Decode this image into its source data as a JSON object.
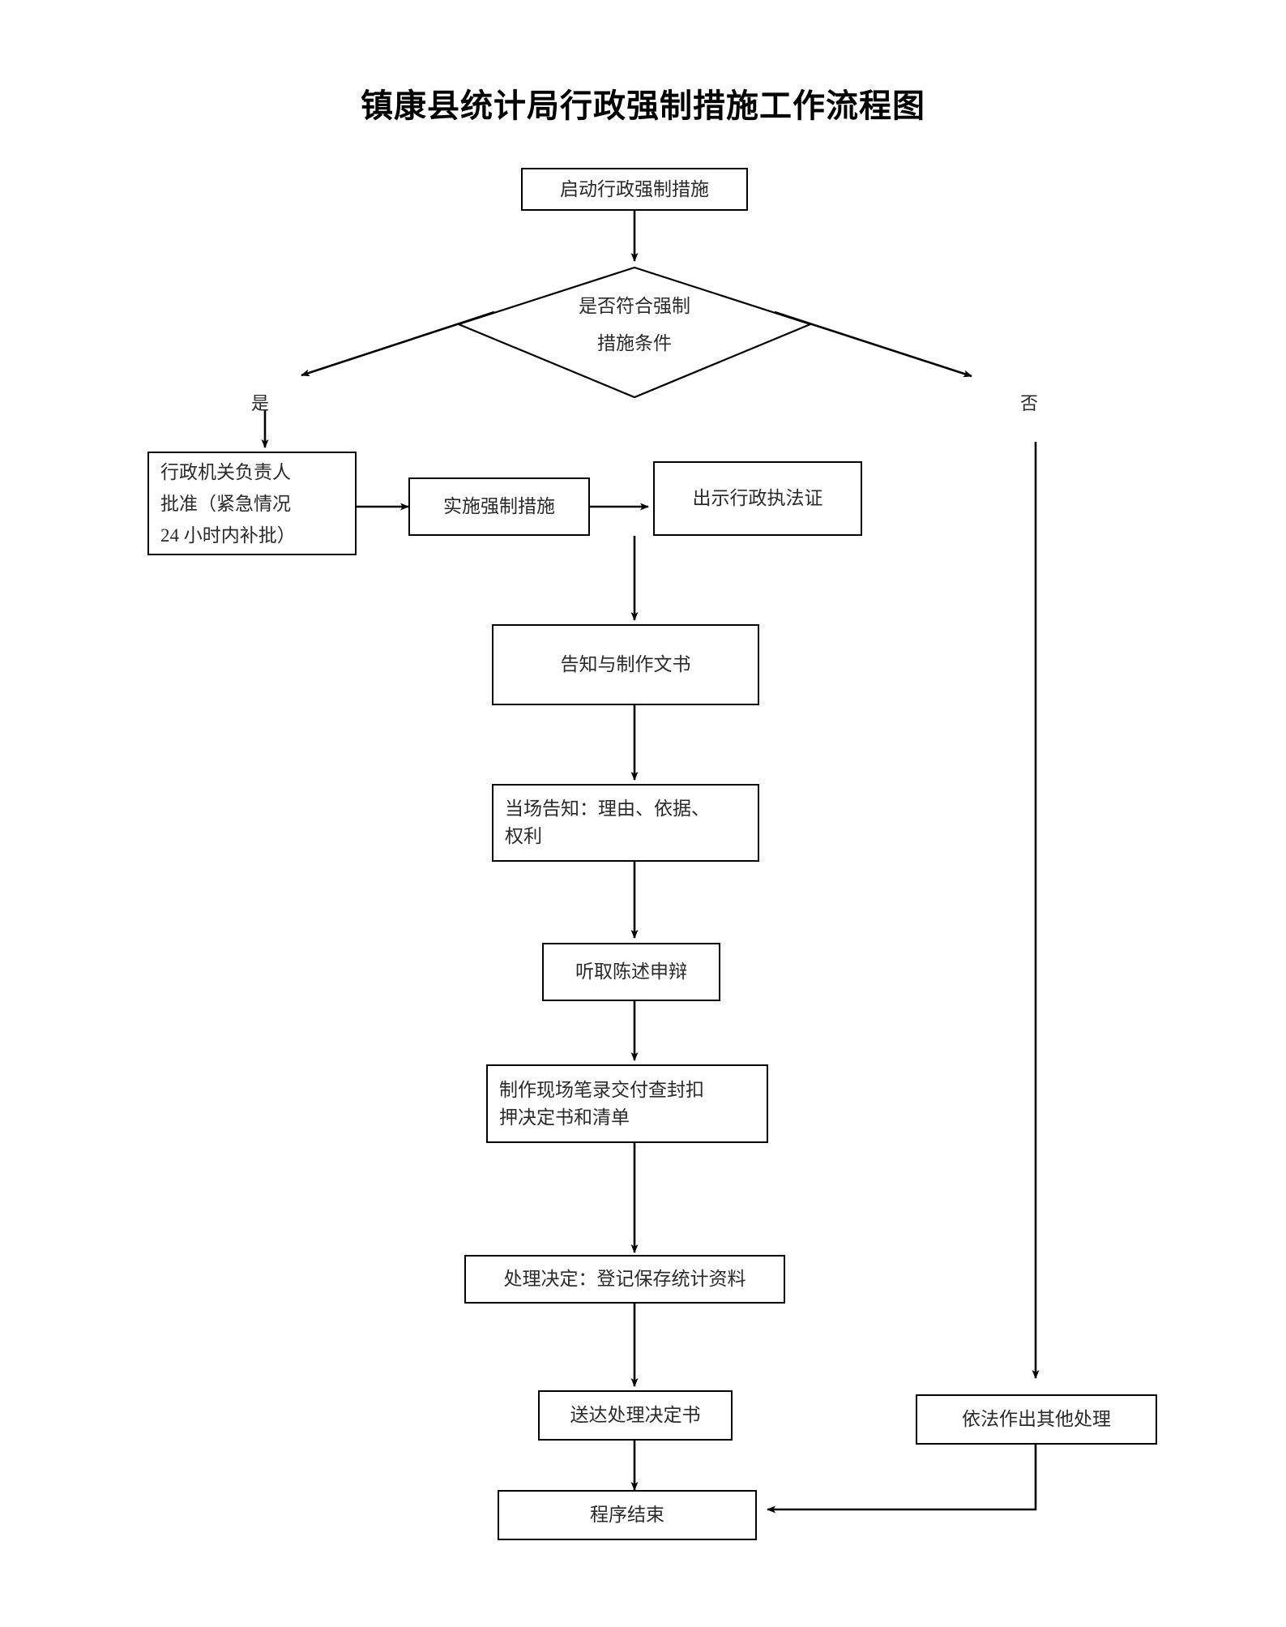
{
  "document": {
    "title": "镇康县统计局行政强制措施工作流程图"
  },
  "chart_data": {
    "type": "diagram",
    "diagram_kind": "flowchart",
    "title": "镇康县统计局行政强制措施工作流程图",
    "orientation": "top-to-bottom",
    "colors": {
      "stroke": "#000000",
      "fill": "#ffffff",
      "text": "#2a2a2a",
      "title_text": "#000000"
    },
    "nodes": [
      {
        "id": "start",
        "shape": "rect",
        "label": "启动行政强制措施"
      },
      {
        "id": "decision",
        "shape": "diamond",
        "label": "是否符合强制\n措施条件"
      },
      {
        "id": "approve",
        "shape": "rect",
        "label": "行政机关负责人\n批准（紧急情况\n24 小时内补批）"
      },
      {
        "id": "enforce",
        "shape": "rect",
        "label": "实施强制措施"
      },
      {
        "id": "show_id",
        "shape": "rect",
        "label": "出示行政执法证"
      },
      {
        "id": "inform_doc",
        "shape": "rect",
        "label": "告知与制作文书"
      },
      {
        "id": "onsite_tell",
        "shape": "rect",
        "label": "当场告知：理由、依据、\n权利"
      },
      {
        "id": "hear_plea",
        "shape": "rect",
        "label": "听取陈述申辩"
      },
      {
        "id": "record",
        "shape": "rect",
        "label": "制作现场笔录交付查封扣\n押决定书和清单"
      },
      {
        "id": "decide",
        "shape": "rect",
        "label": "处理决定：登记保存统计资料"
      },
      {
        "id": "serve_doc",
        "shape": "rect",
        "label": "送达处理决定书"
      },
      {
        "id": "other_proc",
        "shape": "rect",
        "label": "依法作出其他处理"
      },
      {
        "id": "end",
        "shape": "rect",
        "label": "程序结束"
      }
    ],
    "edges": [
      {
        "from": "start",
        "to": "decision",
        "label": ""
      },
      {
        "from": "decision",
        "to": "approve",
        "label": "是"
      },
      {
        "from": "decision",
        "to": "other_proc",
        "label": "否"
      },
      {
        "from": "approve",
        "to": "enforce",
        "label": ""
      },
      {
        "from": "enforce",
        "to": "show_id",
        "label": ""
      },
      {
        "from": "enforce",
        "to": "inform_doc",
        "label": ""
      },
      {
        "from": "inform_doc",
        "to": "onsite_tell",
        "label": ""
      },
      {
        "from": "onsite_tell",
        "to": "hear_plea",
        "label": ""
      },
      {
        "from": "hear_plea",
        "to": "record",
        "label": ""
      },
      {
        "from": "record",
        "to": "decide",
        "label": ""
      },
      {
        "from": "decide",
        "to": "serve_doc",
        "label": ""
      },
      {
        "from": "serve_doc",
        "to": "end",
        "label": ""
      },
      {
        "from": "other_proc",
        "to": "end",
        "label": ""
      }
    ],
    "branch_labels": {
      "yes": "是",
      "no": "否"
    }
  }
}
